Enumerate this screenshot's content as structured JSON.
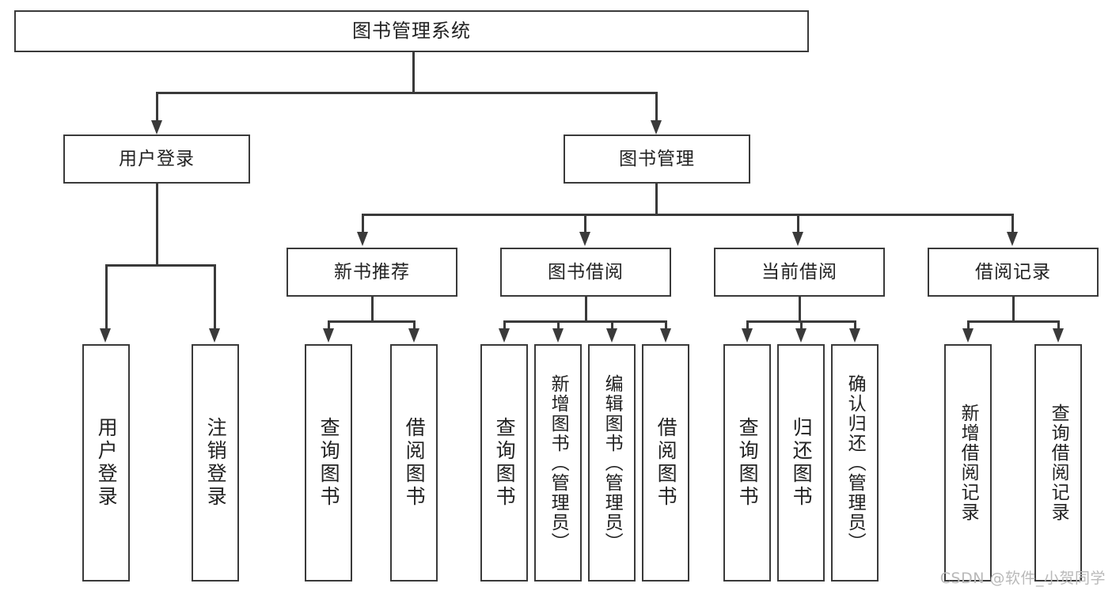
{
  "diagram": {
    "type": "tree-hierarchy",
    "title": "图书管理系统",
    "watermark": "CSDN @软件_小贺同学",
    "colors": {
      "stroke": "#3a3a3a",
      "fill": "#ffffff",
      "text": "#222222",
      "watermark": "#b9b9b9"
    },
    "levels": {
      "root": {
        "label": "图书管理系统"
      },
      "level2": [
        {
          "label": "用户登录"
        },
        {
          "label": "图书管理"
        }
      ],
      "level3": [
        {
          "label": "新书推荐"
        },
        {
          "label": "图书借阅"
        },
        {
          "label": "当前借阅"
        },
        {
          "label": "借阅记录"
        }
      ],
      "leaves": {
        "user_login": [
          {
            "label": "用户登录"
          },
          {
            "label": "注销登录"
          }
        ],
        "new_book_recommend": [
          {
            "label": "查询图书"
          },
          {
            "label": "借阅图书"
          }
        ],
        "book_borrow": [
          {
            "label": "查询图书"
          },
          {
            "label": "新增图书（管理员）"
          },
          {
            "label": "编辑图书（管理员）"
          },
          {
            "label": "借阅图书"
          }
        ],
        "current_borrow": [
          {
            "label": "查询图书"
          },
          {
            "label": "归还图书"
          },
          {
            "label": "确认归还（管理员）"
          }
        ],
        "borrow_record": [
          {
            "label": "新增借阅记录"
          },
          {
            "label": "查询借阅记录"
          }
        ]
      }
    }
  }
}
